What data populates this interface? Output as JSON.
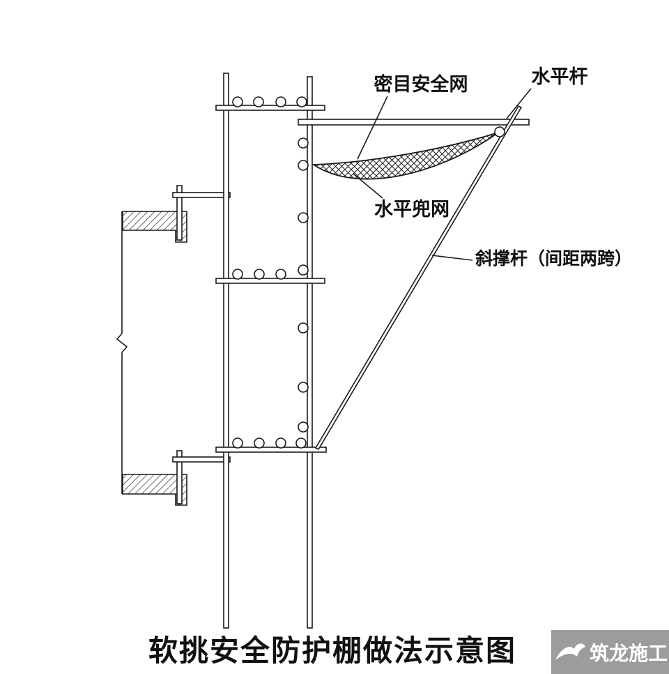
{
  "page": {
    "background": "#ffffff"
  },
  "diagram": {
    "title": "软挑安全防护棚做法示意图",
    "labels": {
      "mesh_safety_net": "密目安全网",
      "horizontal_bar": "水平杆",
      "horizontal_catch_net": "水平兜网",
      "diagonal_brace": "斜撑杆（间距两跨）"
    },
    "colors": {
      "line": "#1a1a1a",
      "background": "#ffffff"
    }
  },
  "watermark": {
    "text": "筑龙施工",
    "background": "#9c9c9c",
    "text_color": "#ffffff",
    "icon": "bird-logo-icon"
  }
}
